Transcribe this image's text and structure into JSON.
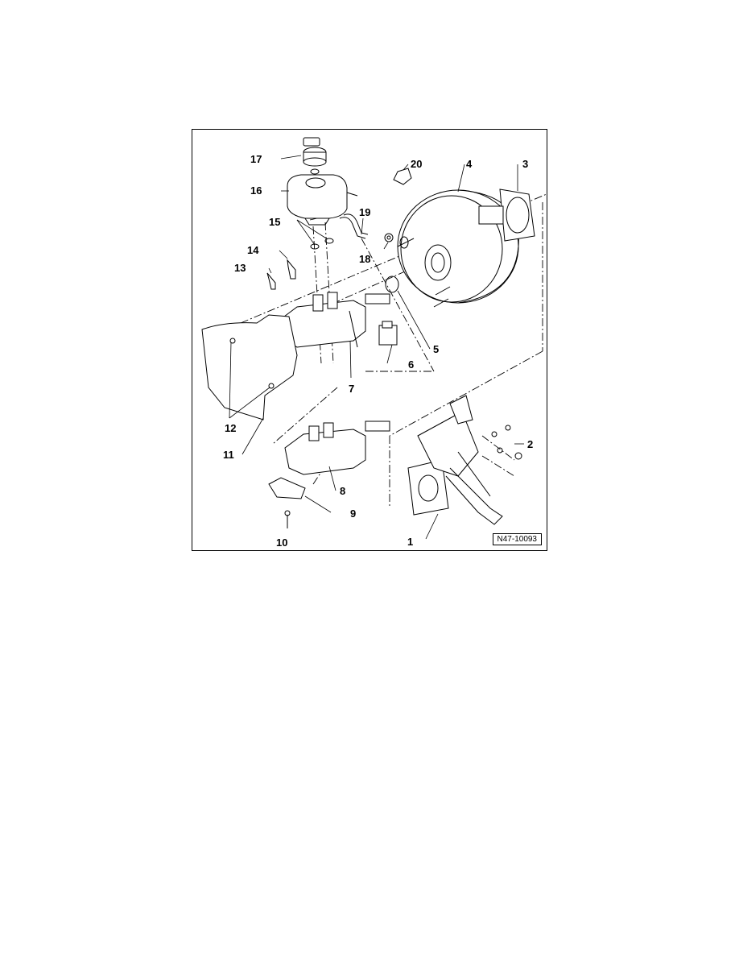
{
  "figure": {
    "callouts": [
      "1",
      "2",
      "3",
      "4",
      "5",
      "6",
      "7",
      "8",
      "9",
      "10",
      "11",
      "12",
      "13",
      "14",
      "15",
      "16",
      "17",
      "18",
      "19",
      "20"
    ],
    "reference_code": "N47-10093"
  }
}
